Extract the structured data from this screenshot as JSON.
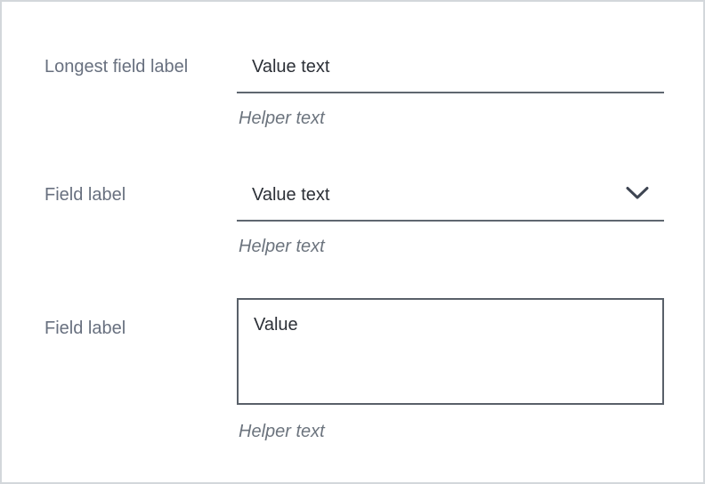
{
  "form": {
    "fields": [
      {
        "type": "text",
        "label": "Longest field label",
        "value": "Value text",
        "helper": "Helper text"
      },
      {
        "type": "select",
        "label": "Field label",
        "value": "Value text",
        "helper": "Helper text",
        "icon": "chevron-down-icon"
      },
      {
        "type": "textarea",
        "label": "Field label",
        "value": "Value",
        "helper": "Helper text"
      }
    ]
  },
  "colors": {
    "label_text": "#68707f",
    "value_text": "#2c3037",
    "underline": "#5f6770",
    "helper_text": "#6c747e",
    "chevron": "#3e4552",
    "textarea_border": "#596069",
    "page_border": "#d3d7db",
    "background": "#ffffff"
  }
}
